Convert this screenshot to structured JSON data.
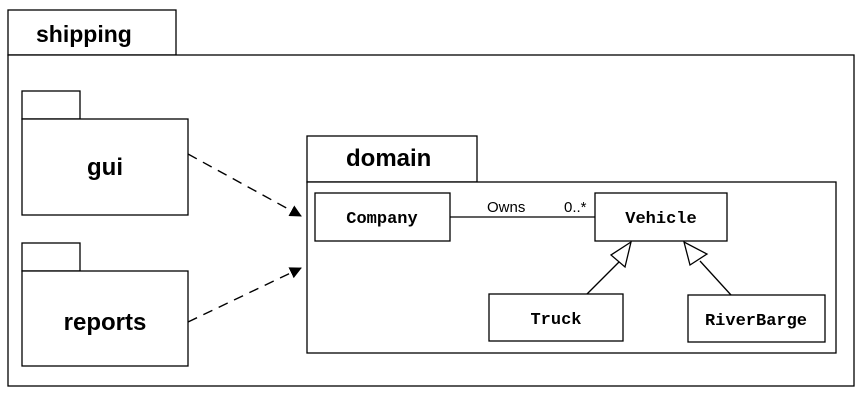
{
  "packages": {
    "outer": {
      "name": "shipping"
    },
    "gui": {
      "name": "gui"
    },
    "reports": {
      "name": "reports"
    },
    "domain": {
      "name": "domain"
    }
  },
  "classes": {
    "company": {
      "name": "Company"
    },
    "vehicle": {
      "name": "Vehicle"
    },
    "truck": {
      "name": "Truck"
    },
    "riverbarge": {
      "name": "RiverBarge"
    }
  },
  "association": {
    "label": "Owns",
    "multiplicity": "0..*"
  }
}
